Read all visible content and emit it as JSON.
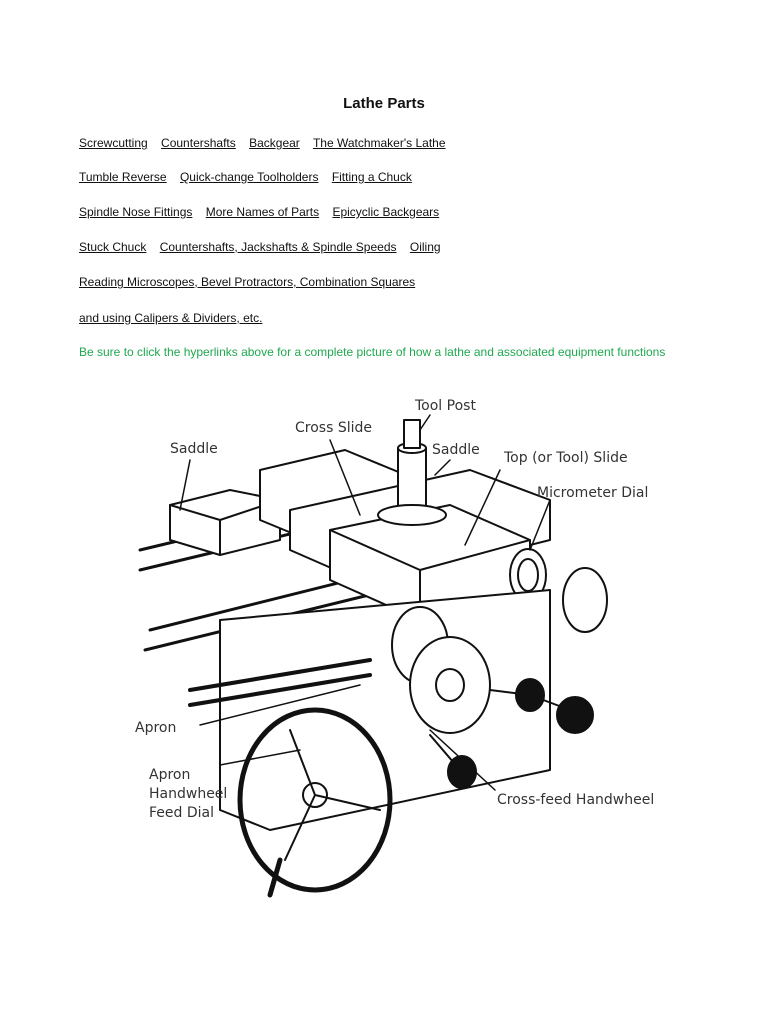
{
  "title": "Lathe Parts",
  "link_rows": [
    [
      "Screwcutting",
      "Countershafts",
      "Backgear",
      "The Watchmaker's Lathe"
    ],
    [
      "Tumble Reverse",
      "Quick-change Toolholders",
      "Fitting a Chuck"
    ],
    [
      "Spindle Nose Fittings",
      "More Names of Parts",
      "Epicyclic Backgears"
    ],
    [
      "Stuck Chuck",
      "Countershafts, Jackshafts & Spindle Speeds",
      "Oiling"
    ],
    [
      "Reading Microscopes, Bevel Protractors, Combination Squares"
    ],
    [
      "and using Calipers & Dividers, etc."
    ]
  ],
  "notice": "Be sure to click the hyperlinks above for a complete picture of how a lathe and associated equipment functions",
  "notice_color": "#1fa84f",
  "diagram": {
    "labels": {
      "tool_post": "Tool Post",
      "cross_slide": "Cross Slide",
      "saddle_left": "Saddle",
      "saddle_right": "Saddle",
      "top_slide": "Top (or Tool) Slide",
      "micrometer_dial": "Micrometer Dial",
      "apron": "Apron",
      "apron_handwheel_1": "Apron",
      "apron_handwheel_2": "Handwheel",
      "apron_handwheel_3": "Feed Dial",
      "cross_feed_handwheel": "Cross-feed Handwheel"
    }
  }
}
